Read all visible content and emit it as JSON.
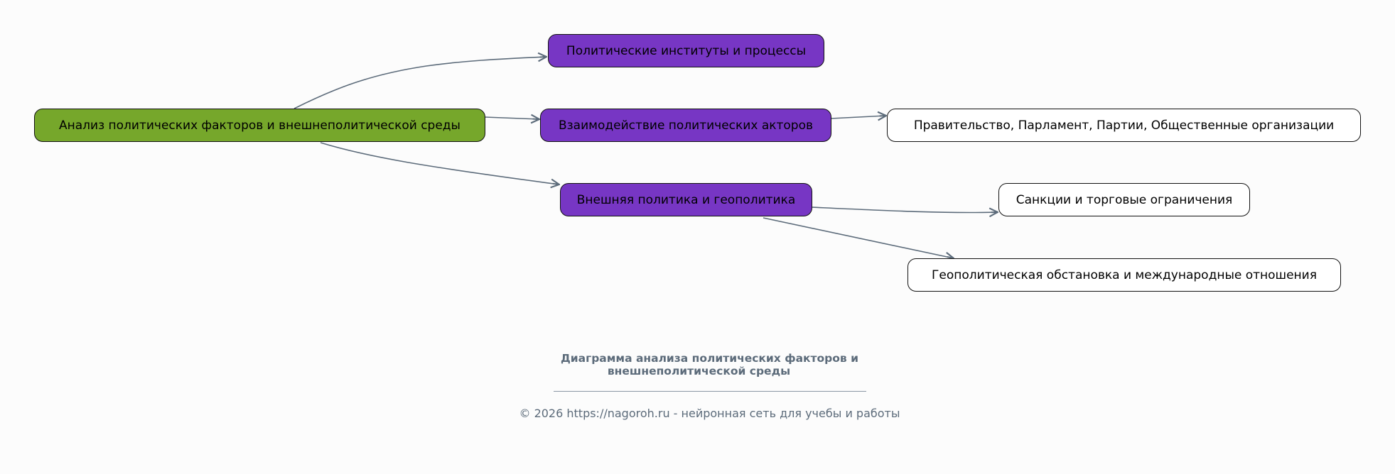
{
  "nodes": {
    "root": "Анализ политических факторов и внешнеполитической среды",
    "institutions": "Политические институты и процессы",
    "interaction": "Взаимодействие политических акторов",
    "foreign": "Внешняя политика и геополитика",
    "actors": "Правительство, Парламент, Партии, Общественные организации",
    "sanctions": "Санкции и торговые ограничения",
    "geopolitics": "Геополитическая обстановка и международные отношения"
  },
  "colors": {
    "root": "#76a72b",
    "mid": "#7736c4",
    "leaf": "#ffffff",
    "edge": "#5c6b7a"
  },
  "title_line1": "Диаграмма анализа политических факторов и",
  "title_line2": "внешнеполитической среды",
  "footer": "© 2026 https://nagoroh.ru - нейронная сеть для учебы и работы"
}
